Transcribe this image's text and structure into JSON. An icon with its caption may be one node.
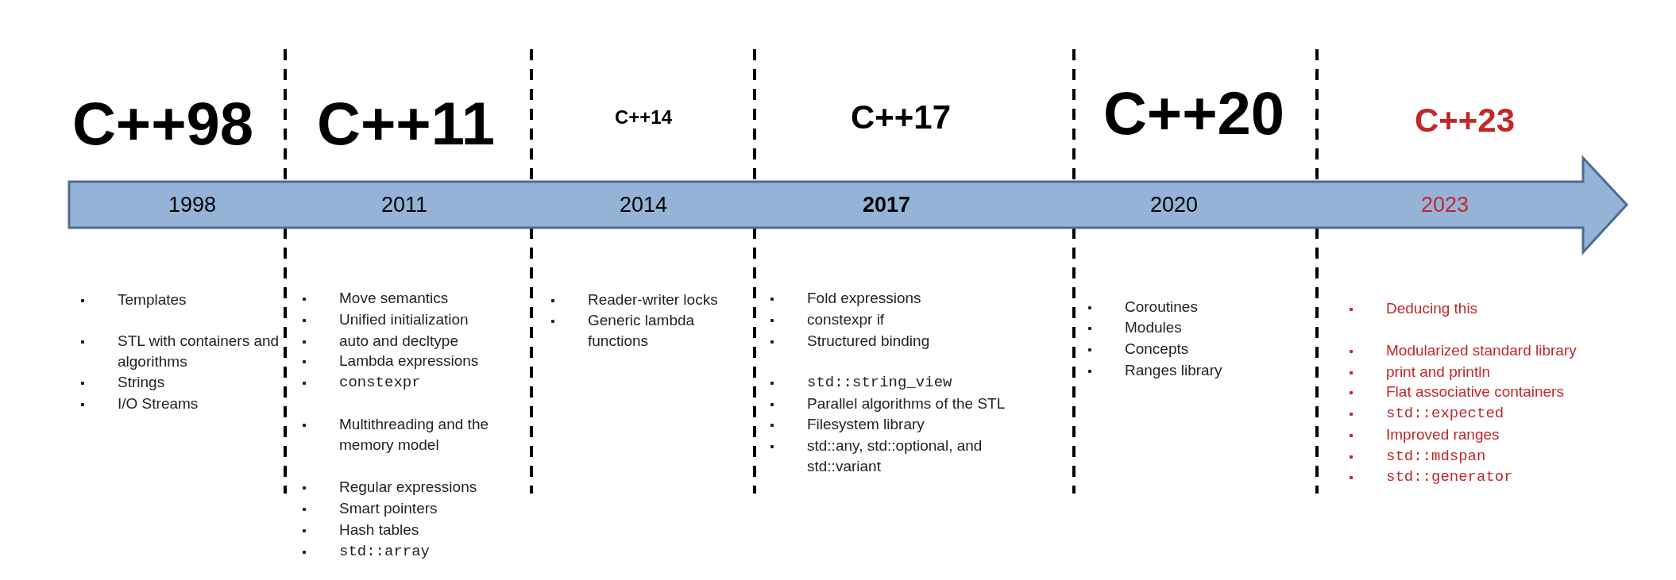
{
  "diagram": {
    "labels": [
      "C++98",
      "C++11",
      "C++14",
      "C++17",
      "C++20",
      "C++23",
      "1998",
      "2011",
      "2014",
      "2017",
      "2020",
      "2023",
      "Templates",
      "STL with containers and algorithms",
      "Strings",
      "I/O Streams",
      "Move semantics",
      "Unified initialization",
      "auto and decltype",
      "Lambda expressions",
      "constexpr",
      "Multithreading and the memory model",
      "Regular expressions",
      "Smart pointers",
      "Hash tables",
      "std::array",
      "Reader-writer locks",
      "Generic lambda functions",
      "Fold expressions",
      "constexpr if",
      "Structured binding",
      "std::string_view",
      "Parallel algorithms of the STL",
      "Filesystem library",
      "std::any, std::optional, and std::variant",
      "Coroutines",
      "Modules",
      "Concepts",
      "Ranges library",
      "Deducing this",
      "Modularized standard library",
      "print and println",
      "Flat associative containers",
      "std::expected",
      "Improved ranges",
      "std::mdspan",
      "std::generator"
    ]
  }
}
